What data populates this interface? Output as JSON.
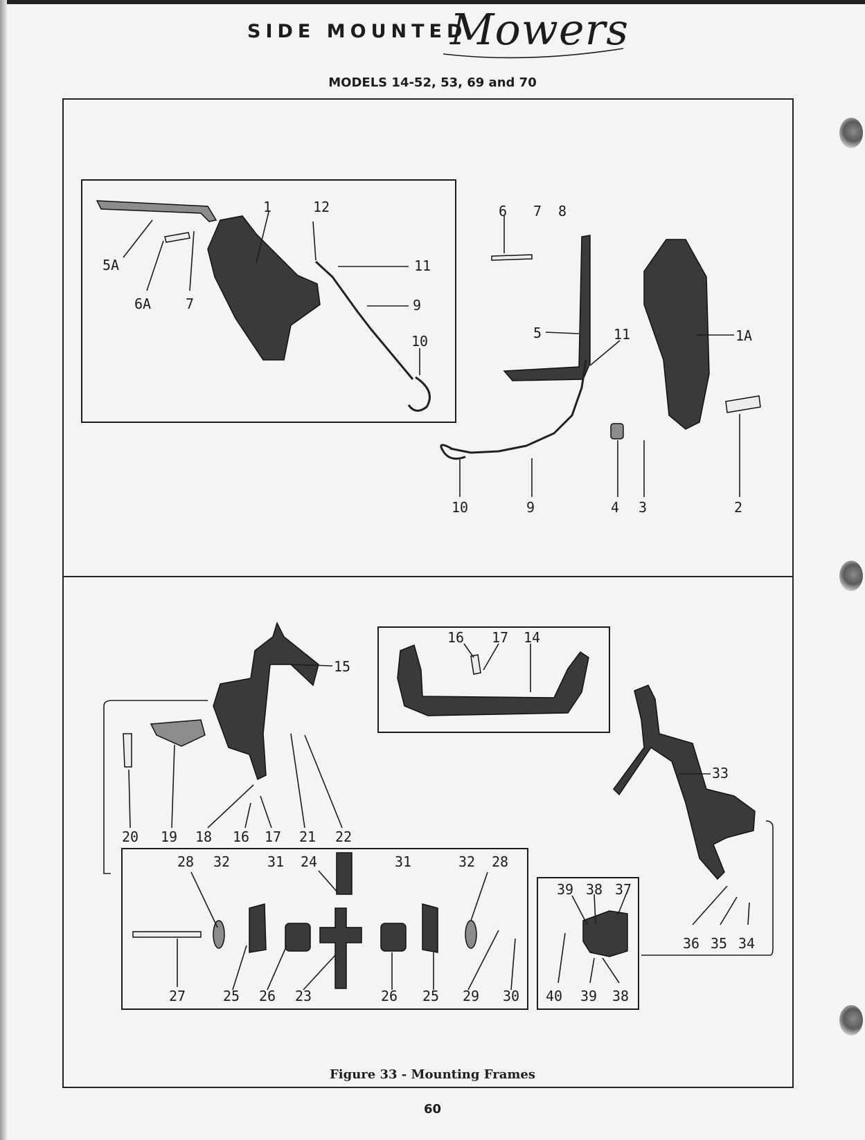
{
  "header": {
    "title_caps": "SIDE MOUNTED",
    "title_script": "Mowers",
    "subtitle": "MODELS 14-52, 53, 69 and 70"
  },
  "figure": {
    "caption": "Figure 33 - Mounting Frames"
  },
  "page_number": "60",
  "callouts": {
    "c_1": "1",
    "c_12": "12",
    "c_5A": "5A",
    "c_6A": "6A",
    "c_7a": "7",
    "c_11a": "11",
    "c_9a": "9",
    "c_10a": "10",
    "c_6": "6",
    "c_7b": "7",
    "c_8": "8",
    "c_5": "5",
    "c_11b": "11",
    "c_1A": "1A",
    "c_10b": "10",
    "c_9b": "9",
    "c_4": "4",
    "c_3": "3",
    "c_2": "2",
    "c_15": "15",
    "c_16a": "16",
    "c_17a": "17",
    "c_14": "14",
    "c_20": "20",
    "c_19": "19",
    "c_18": "18",
    "c_16b": "16",
    "c_17b": "17",
    "c_21": "21",
    "c_22": "22",
    "c_33": "33",
    "c_28a": "28",
    "c_32a": "32",
    "c_31a": "31",
    "c_24": "24",
    "c_31b": "31",
    "c_32b": "32",
    "c_28b": "28",
    "c_27": "27",
    "c_25a": "25",
    "c_26a": "26",
    "c_23": "23",
    "c_26b": "26",
    "c_25b": "25",
    "c_29": "29",
    "c_30": "30",
    "c_39a": "39",
    "c_38a": "38",
    "c_37": "37",
    "c_40": "40",
    "c_39b": "39",
    "c_38b": "38",
    "c_36": "36",
    "c_35": "35",
    "c_34": "34"
  },
  "colors": {
    "paper": "#f4f4f2",
    "ink": "#1c1c1c"
  }
}
